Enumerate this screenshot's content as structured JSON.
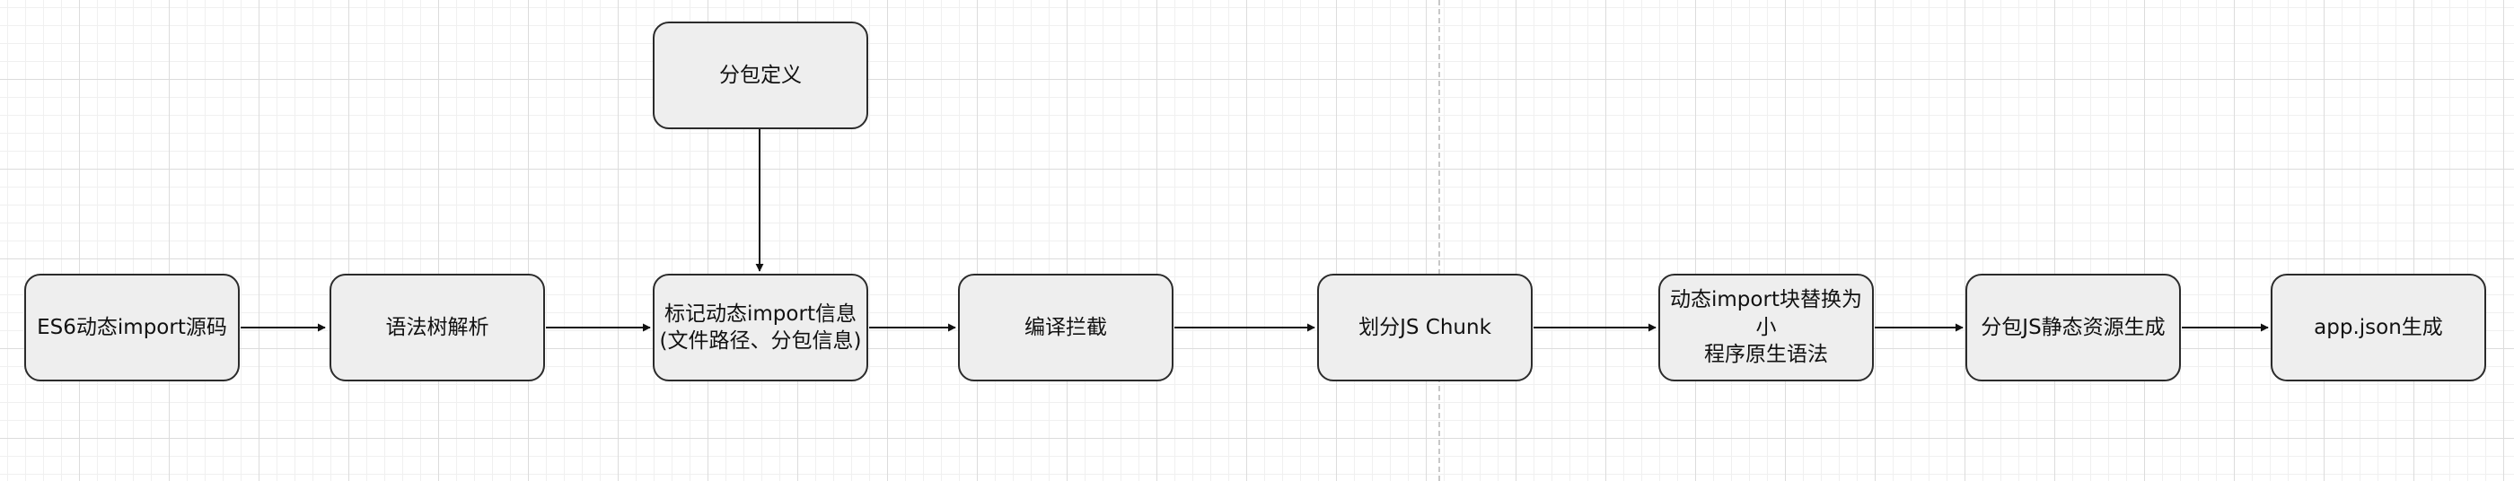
{
  "diagram": {
    "nodes": [
      {
        "id": "es6",
        "label": "ES6动态import源码"
      },
      {
        "id": "ast",
        "label": "语法树解析"
      },
      {
        "id": "mark",
        "label": "标记动态import信息\n(文件路径、分包信息)"
      },
      {
        "id": "subpkg",
        "label": "分包定义"
      },
      {
        "id": "compile",
        "label": "编译拦截"
      },
      {
        "id": "chunk",
        "label": "划分JS Chunk"
      },
      {
        "id": "replace",
        "label": "动态import块替换为小\n程序原生语法"
      },
      {
        "id": "static",
        "label": "分包JS静态资源生成"
      },
      {
        "id": "appjson",
        "label": "app.json生成"
      }
    ],
    "edges": [
      {
        "from": "es6",
        "to": "ast"
      },
      {
        "from": "ast",
        "to": "mark"
      },
      {
        "from": "subpkg",
        "to": "mark"
      },
      {
        "from": "mark",
        "to": "compile"
      },
      {
        "from": "compile",
        "to": "chunk"
      },
      {
        "from": "chunk",
        "to": "replace"
      },
      {
        "from": "replace",
        "to": "static"
      },
      {
        "from": "static",
        "to": "appjson"
      }
    ],
    "colors": {
      "node_fill": "#eeeeee",
      "node_border": "#2b2b2b",
      "edge": "#111111",
      "grid": "#dcdcdc"
    }
  }
}
